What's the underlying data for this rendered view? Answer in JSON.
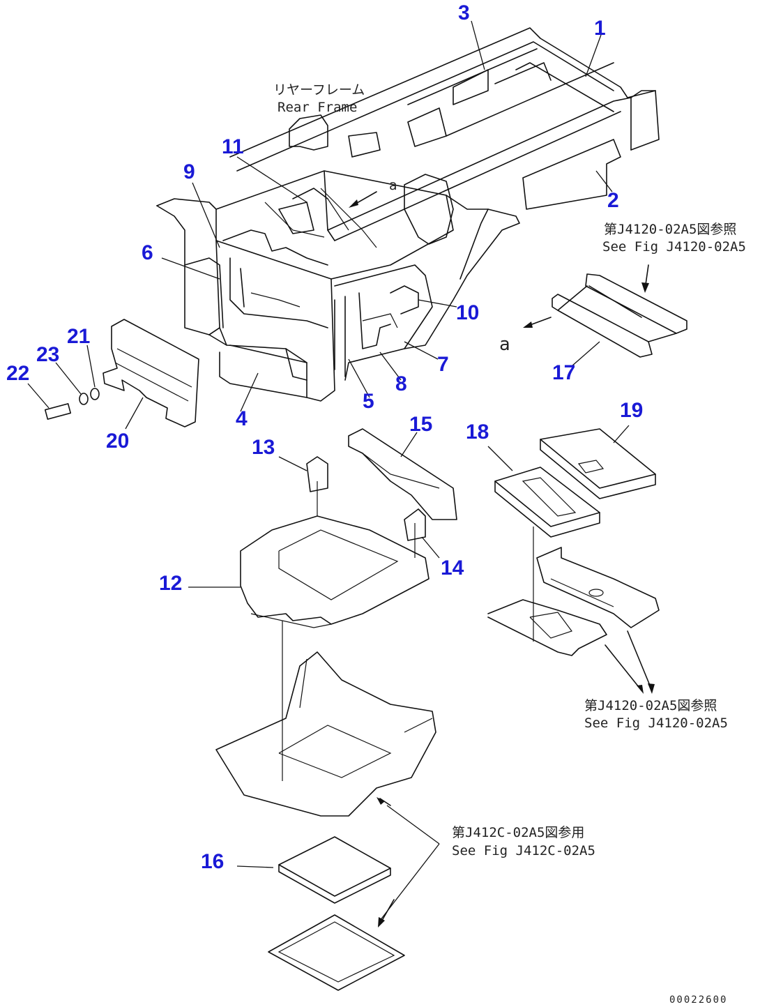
{
  "callouts": {
    "p1": "1",
    "p2": "2",
    "p3": "3",
    "p4": "4",
    "p5": "5",
    "p6": "6",
    "p7": "7",
    "p8": "8",
    "p9": "9",
    "p10": "10",
    "p11": "11",
    "p12": "12",
    "p13": "13",
    "p14": "14",
    "p15": "15",
    "p16": "16",
    "p17": "17",
    "p18": "18",
    "p19": "19",
    "p20": "20",
    "p21": "21",
    "p22": "22",
    "p23": "23"
  },
  "notes": {
    "rear_frame_jp": "リヤーフレーム",
    "rear_frame_en": "Rear Frame",
    "ref1_jp": "第J4120-02A5図参照",
    "ref1_en": "See Fig J4120-02A5",
    "ref2_jp": "第J4120-02A5図参照",
    "ref2_en": "See Fig J4120-02A5",
    "ref3_jp": "第J412C-02A5図参用",
    "ref3_en": "See Fig J412C-02A5",
    "view_a_top": "a",
    "view_a_side": "a"
  },
  "drawing_code": "00022600",
  "colors": {
    "callout": "#1a1ad6",
    "line": "#111111",
    "background": "#ffffff"
  }
}
